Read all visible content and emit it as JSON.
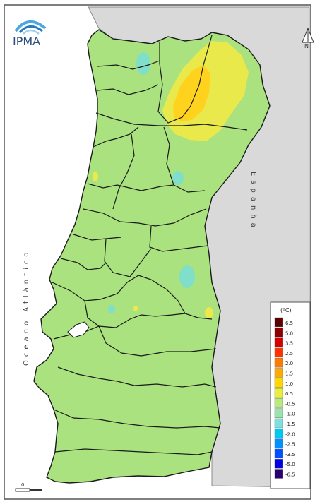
{
  "logo": {
    "text": "IPMA"
  },
  "north_arrow": {
    "label": "N"
  },
  "labels": {
    "ocean": "Oceano Atlântico",
    "spain": "Espanha"
  },
  "legend": {
    "unit": "(ºC)",
    "entries": [
      {
        "label": "6.5",
        "color": "#5a0000"
      },
      {
        "label": "5.0",
        "color": "#8b0000"
      },
      {
        "label": "3.5",
        "color": "#d40000"
      },
      {
        "label": "2.5",
        "color": "#ff3300"
      },
      {
        "label": "2.0",
        "color": "#ff7a00"
      },
      {
        "label": "1.5",
        "color": "#ffaa00"
      },
      {
        "label": "1.0",
        "color": "#ffd800"
      },
      {
        "label": "0.5",
        "color": "#e8ee40"
      },
      {
        "label": "-0.5",
        "color": "#b9ea7c"
      },
      {
        "label": "-1.0",
        "color": "#9ae3ad"
      },
      {
        "label": "-1.5",
        "color": "#7ee0dc"
      },
      {
        "label": "-2.0",
        "color": "#00c8f0"
      },
      {
        "label": "-2.5",
        "color": "#0090ff"
      },
      {
        "label": "-3.5",
        "color": "#0050ff"
      },
      {
        "label": "-5.0",
        "color": "#0000e0"
      },
      {
        "label": "-6.5",
        "color": "#2a0070"
      }
    ]
  },
  "scale_bar": {
    "label": "0"
  },
  "colors": {
    "land": "#a9e27e",
    "sea": "#ffffff",
    "spain": "#d9d9d9",
    "border": "#1a1a1a",
    "warm": "#ede94a",
    "warmer": "#ffd21e",
    "cool": "#7fdfc9"
  }
}
